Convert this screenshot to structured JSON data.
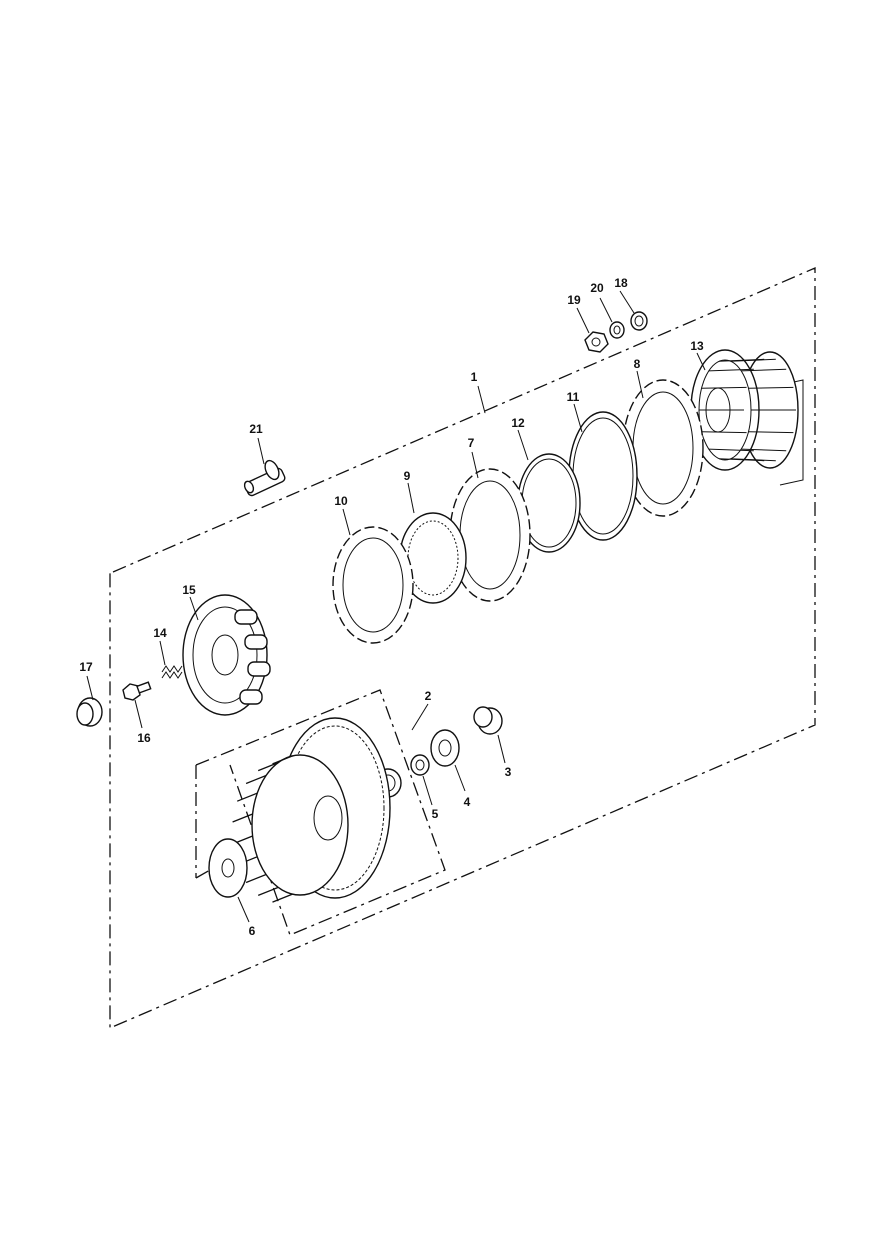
{
  "callouts": [
    {
      "num": "1",
      "part": "clutch-assembly"
    },
    {
      "num": "2",
      "part": "clutch-drum-gear"
    },
    {
      "num": "3",
      "part": "bush"
    },
    {
      "num": "4",
      "part": "oil-pump-drive"
    },
    {
      "num": "5",
      "part": "spacer"
    },
    {
      "num": "6",
      "part": "thrust-washer"
    },
    {
      "num": "7",
      "part": "friction-plate"
    },
    {
      "num": "8",
      "part": "friction-plate"
    },
    {
      "num": "9",
      "part": "plain-plate"
    },
    {
      "num": "10",
      "part": "friction-plate"
    },
    {
      "num": "11",
      "part": "wire-ring"
    },
    {
      "num": "12",
      "part": "wire-ring"
    },
    {
      "num": "13",
      "part": "clutch-hub"
    },
    {
      "num": "14",
      "part": "spring"
    },
    {
      "num": "15",
      "part": "pressure-plate"
    },
    {
      "num": "16",
      "part": "bolt"
    },
    {
      "num": "17",
      "part": "bearing"
    },
    {
      "num": "18",
      "part": "washer"
    },
    {
      "num": "19",
      "part": "nut"
    },
    {
      "num": "20",
      "part": "washer"
    },
    {
      "num": "21",
      "part": "lifter-pin"
    }
  ]
}
